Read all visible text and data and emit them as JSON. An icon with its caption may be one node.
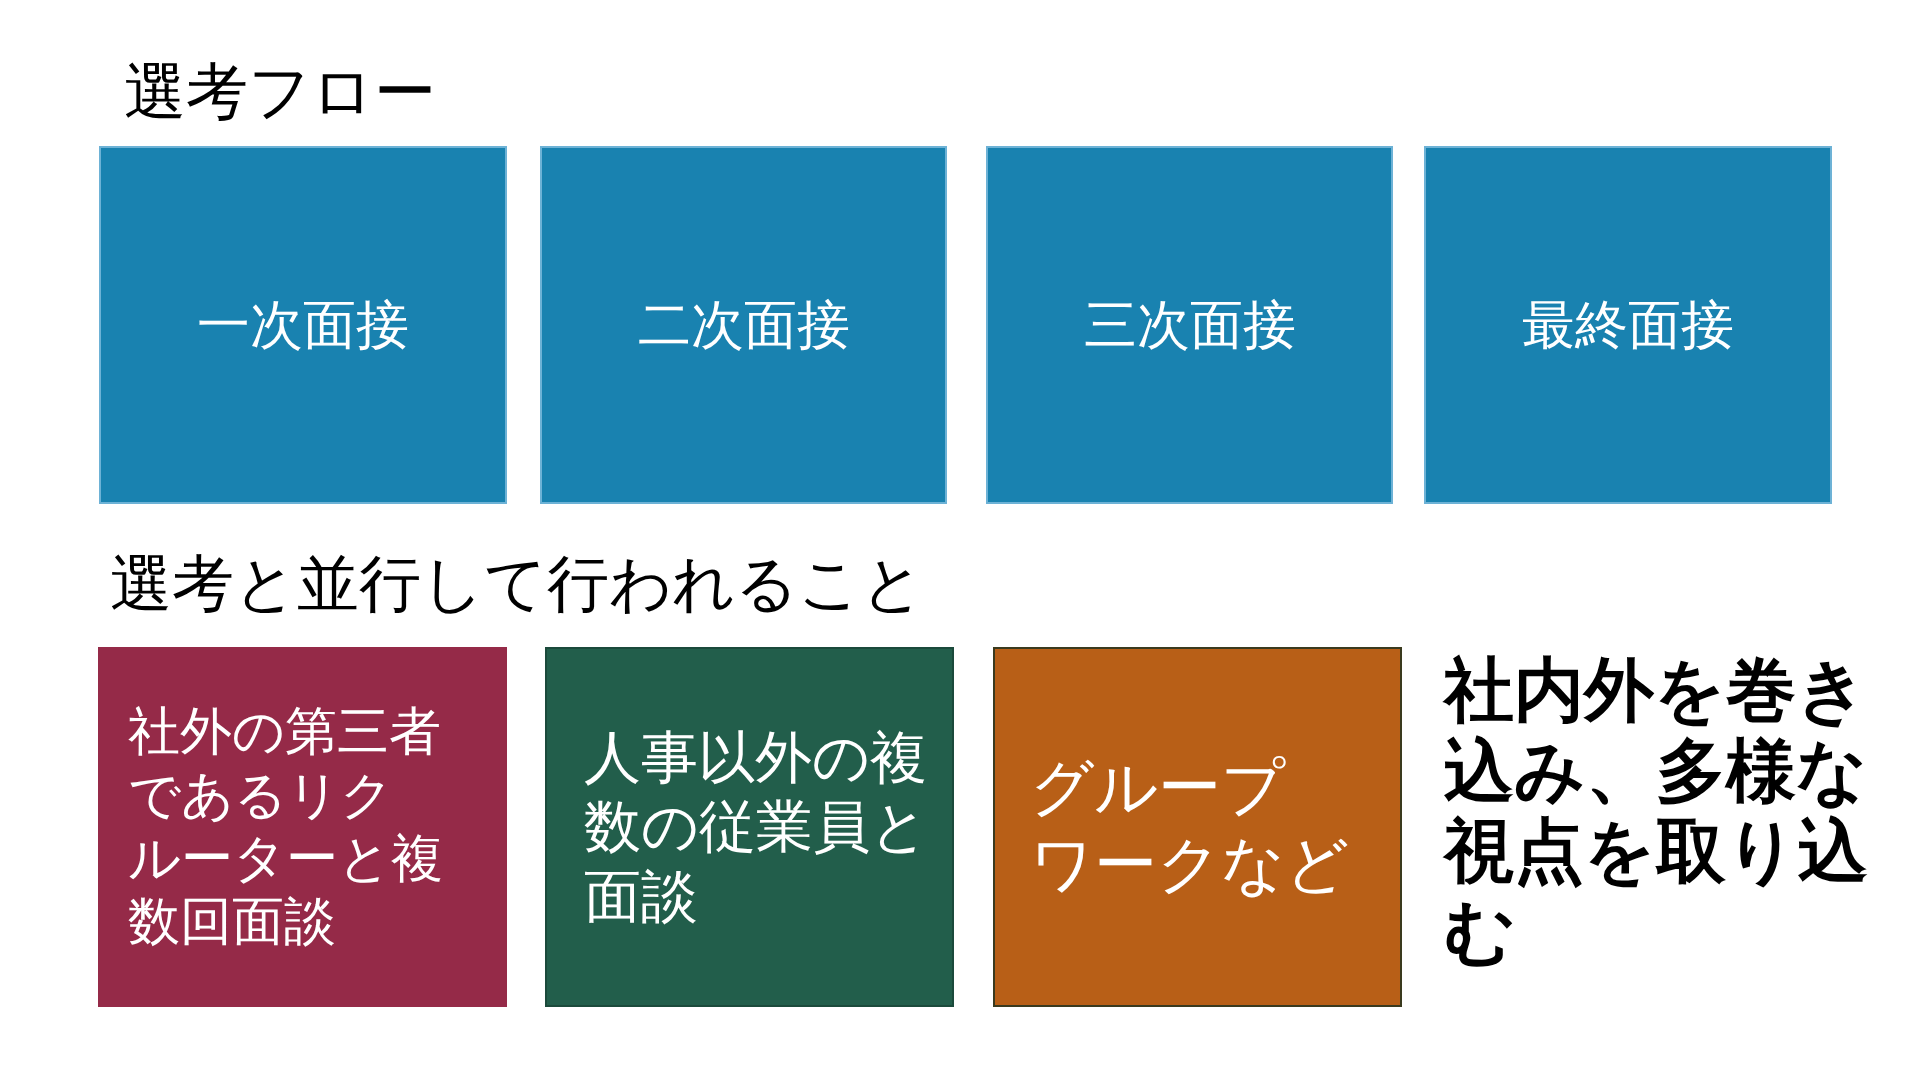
{
  "diagram": {
    "title": "選考フロー",
    "nodes": [
      {
        "text": [
          "一次面接"
        ]
      },
      {
        "text": [
          "二次面接"
        ]
      },
      {
        "text": [
          "三次面接"
        ]
      },
      {
        "text": [
          "最終面接"
        ]
      },
      {
        "text": [
          "社外の第三者であるリクルーターと複数回面談"
        ]
      },
      {
        "text": [
          "人事以外の複数の従業員と面談"
        ]
      },
      {
        "text": [
          "グループワークなど"
        ]
      }
    ],
    "labels": [
      "選考と並行して行われること",
      "社内外を巻き込み、多様な視点を取り込む"
    ]
  }
}
